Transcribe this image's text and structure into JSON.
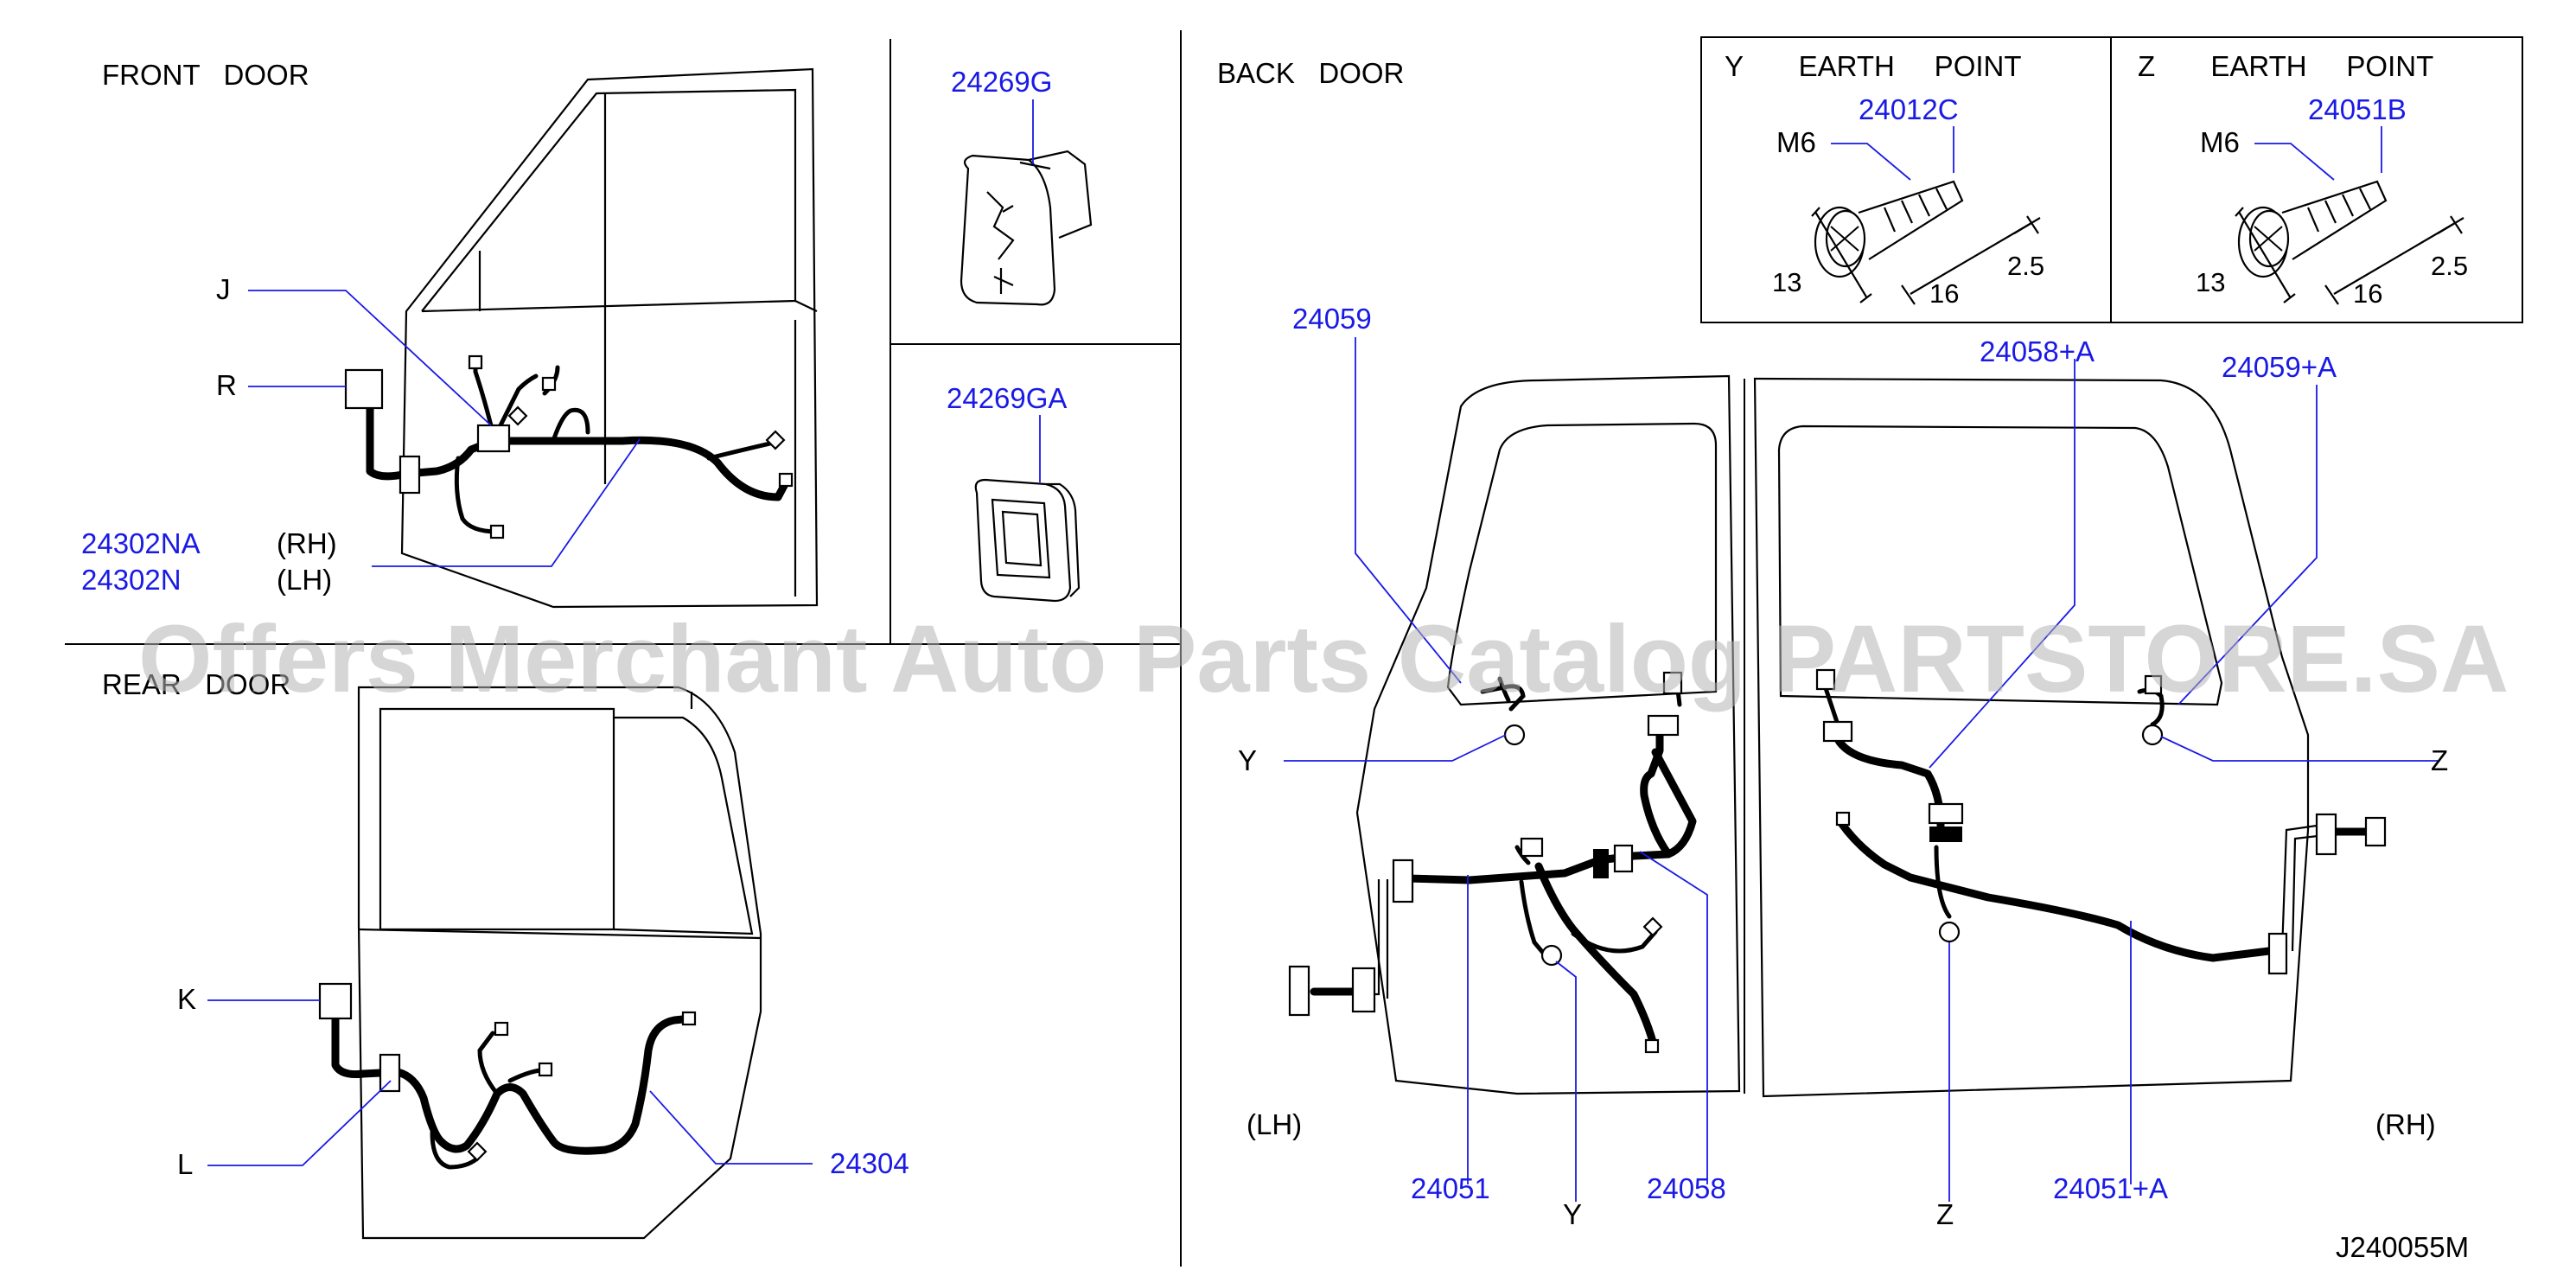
{
  "sections": {
    "front_door": "FRONT   DOOR",
    "rear_door": "REAR   DOOR",
    "back_door": "BACK   DOOR"
  },
  "earth_points": {
    "y_title": "Y       EARTH     POINT",
    "z_title": "Z       EARTH     POINT",
    "y_part": "24012C",
    "z_part": "24051B",
    "bolt_label": "M6",
    "dim_diameter": "13",
    "dim_length": "16",
    "dim_pitch": "2.5"
  },
  "front": {
    "J": "J",
    "R": "R",
    "part_rh": "24302NA",
    "part_lh": "24302N",
    "rh": "(RH)",
    "lh": "(LH)"
  },
  "clips": {
    "top": "24269G",
    "bottom": "24269GA"
  },
  "rear": {
    "K": "K",
    "L": "L",
    "part": "24304"
  },
  "back": {
    "p24059": "24059",
    "p24058a": "24058+A",
    "p24059a": "24059+A",
    "Y": "Y",
    "Z": "Z",
    "lh": "(LH)",
    "rh": "(RH)",
    "p24051": "24051",
    "p24058": "24058",
    "p24051a": "24051+A"
  },
  "drawing_code": "J240055M",
  "watermark": "Offers Merchant Auto Parts Catalog PARTSTORE.SA",
  "colors": {
    "part_number": "#1a1ae6",
    "line": "#000000",
    "watermark": "#b4b4b4"
  }
}
